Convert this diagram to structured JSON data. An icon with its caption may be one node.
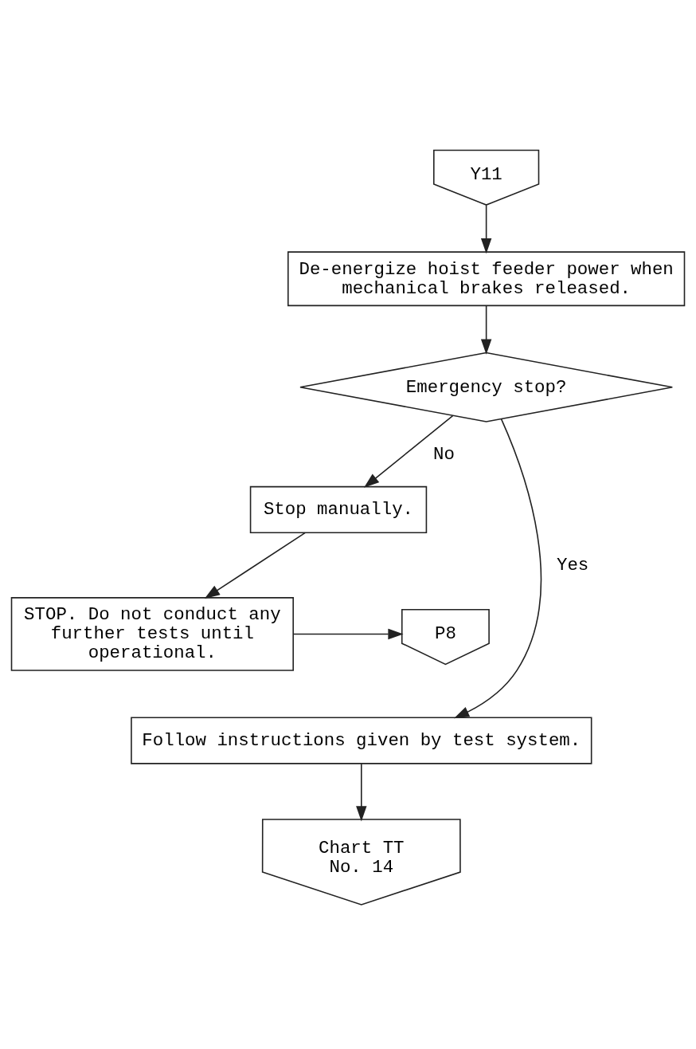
{
  "diagram": {
    "nodes": [
      {
        "text": [
          "Y11"
        ]
      },
      {
        "text": [
          "De-energize hoist feeder power when mechanical brakes released."
        ]
      },
      {
        "text": [
          "Emergency stop?"
        ]
      },
      {
        "text": [
          "Stop manually."
        ]
      },
      {
        "text": [
          "STOP. Do not conduct any further tests until operational."
        ]
      },
      {
        "text": [
          "P8"
        ]
      },
      {
        "text": [
          "Follow instructions given by test system."
        ]
      },
      {
        "text": [
          "Chart TT No. 14"
        ]
      }
    ],
    "edges": [
      {
        "from": 0,
        "to": 1,
        "arrow": "to"
      },
      {
        "from": 1,
        "to": 2,
        "arrow": "to"
      },
      {
        "from": 2,
        "to": 3,
        "arrow": "to",
        "label": "No"
      },
      {
        "from": 3,
        "to": 4,
        "arrow": "to"
      },
      {
        "from": 4,
        "to": 5,
        "arrow": "to"
      },
      {
        "from": 2,
        "to": 6,
        "arrow": "to",
        "label": "Yes"
      },
      {
        "from": 6,
        "to": 7,
        "arrow": "to"
      }
    ]
  }
}
